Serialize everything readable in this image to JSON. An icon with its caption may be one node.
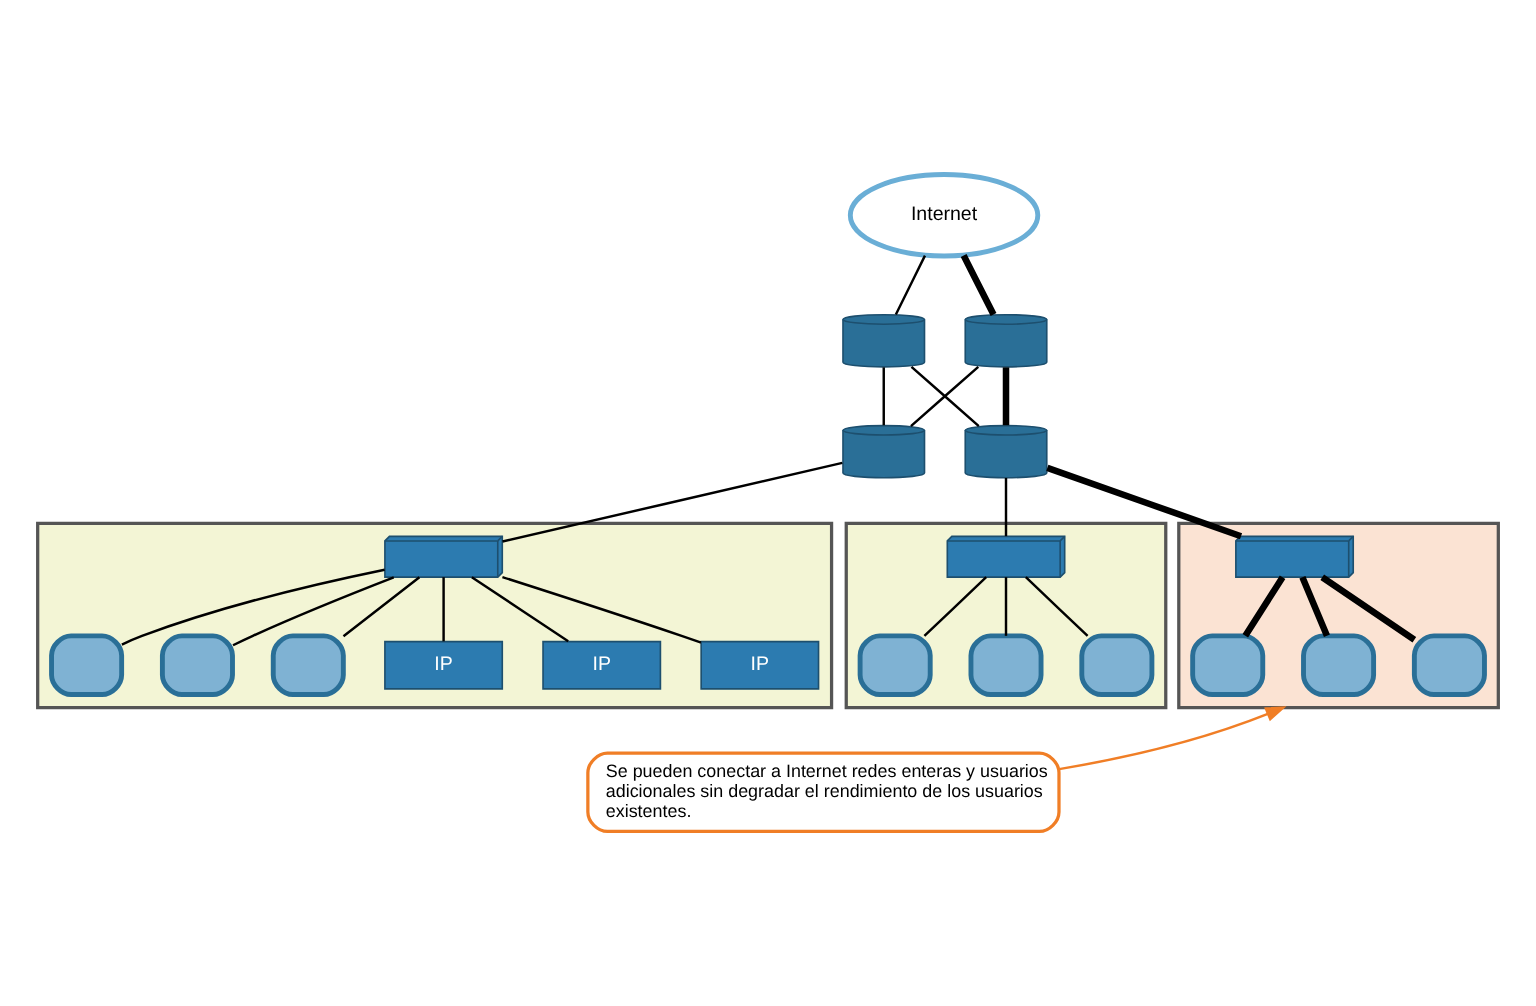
{
  "diagram": {
    "nodes": [
      {
        "text": [
          "Internet"
        ]
      },
      {
        "text": [],
        "shape": "router"
      },
      {
        "text": [],
        "shape": "router"
      },
      {
        "text": [],
        "shape": "router"
      },
      {
        "text": [],
        "shape": "router"
      },
      {
        "text": [],
        "shape": "box"
      },
      {
        "text": [],
        "shape": "switch",
        "in": 5
      },
      {
        "text": [],
        "shape": "computer",
        "in": 5
      },
      {
        "text": [],
        "shape": "computer",
        "in": 5
      },
      {
        "text": [],
        "shape": "computer",
        "in": 5
      },
      {
        "text": [
          "IP"
        ],
        "in": 5
      },
      {
        "text": [
          "IP"
        ],
        "in": 5
      },
      {
        "text": [
          "IP"
        ],
        "in": 5
      },
      {
        "text": [],
        "shape": "box"
      },
      {
        "text": [],
        "shape": "switch",
        "in": 13
      },
      {
        "text": [],
        "shape": "computer",
        "in": 13
      },
      {
        "text": [],
        "shape": "computer",
        "in": 13
      },
      {
        "text": [],
        "shape": "computer",
        "in": 13
      },
      {
        "text": [],
        "shape": "box"
      },
      {
        "text": [],
        "shape": "switch",
        "in": 18
      },
      {
        "text": [],
        "shape": "computer",
        "in": 18
      },
      {
        "text": [],
        "shape": "computer",
        "in": 18
      },
      {
        "text": [],
        "shape": "computer",
        "in": 18
      },
      {
        "text": [
          "Se pueden conectar a Internet redes enteras y usuarios adicionales sin degradar el rendimiento de los usuarios existentes."
        ]
      }
    ],
    "edges": [
      {
        "from": 0,
        "to": 1,
        "arrow": "none"
      },
      {
        "from": 0,
        "to": 2,
        "arrow": "none",
        "style": "thick"
      },
      {
        "from": 1,
        "to": 3,
        "arrow": "none"
      },
      {
        "from": 1,
        "to": 4,
        "arrow": "none"
      },
      {
        "from": 2,
        "to": 3,
        "arrow": "none"
      },
      {
        "from": 2,
        "to": 4,
        "arrow": "none",
        "style": "thick"
      },
      {
        "from": 3,
        "to": 6,
        "arrow": "none"
      },
      {
        "from": 6,
        "to": 7,
        "arrow": "none"
      },
      {
        "from": 6,
        "to": 8,
        "arrow": "none"
      },
      {
        "from": 6,
        "to": 9,
        "arrow": "none"
      },
      {
        "from": 6,
        "to": 10,
        "arrow": "none"
      },
      {
        "from": 6,
        "to": 11,
        "arrow": "none"
      },
      {
        "from": 6,
        "to": 12,
        "arrow": "none"
      },
      {
        "from": 4,
        "to": 14,
        "arrow": "none"
      },
      {
        "from": 14,
        "to": 15,
        "arrow": "none"
      },
      {
        "from": 14,
        "to": 16,
        "arrow": "none"
      },
      {
        "from": 14,
        "to": 17,
        "arrow": "none"
      },
      {
        "from": 4,
        "to": 19,
        "arrow": "none",
        "style": "thick"
      },
      {
        "from": 19,
        "to": 20,
        "arrow": "none",
        "style": "thick"
      },
      {
        "from": 19,
        "to": 21,
        "arrow": "none",
        "style": "thick"
      },
      {
        "from": 19,
        "to": 22,
        "arrow": "none",
        "style": "thick"
      },
      {
        "from": 23,
        "to": 18,
        "arrow": "to",
        "color": "#f07e26"
      }
    ]
  }
}
